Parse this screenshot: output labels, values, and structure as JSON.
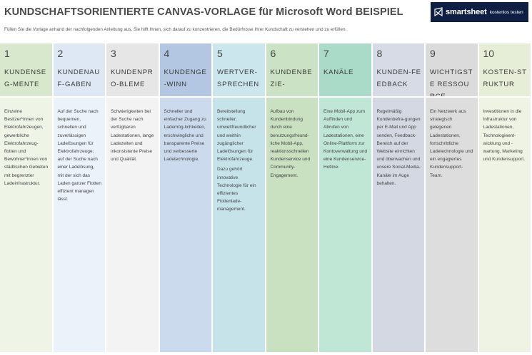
{
  "header": {
    "title": "KUNDSCHAFTSORIENTIERTE CANVAS-VORLAGE für Microsoft Word BEISPIEL",
    "subtitle": "Füllen Sie die Vorlage anhand der nachfolgenden Anleitung aus. Sie hilft Ihnen, sich darauf zu konzentrieren, die Bedürfnisse Ihrer Kundschaft zu verstehen und zu erfüllen."
  },
  "brand": {
    "logo_text": "smartsheet",
    "cta": "kostenlos testen",
    "color": "#0f1f44"
  },
  "columns": [
    {
      "number": "1",
      "label": "KUNDENSEG-MENTE",
      "text": "Einzelne Besitzer*innen von Elektrofahrzeugen, gewerbliche Elektrofahrzeug-flotten und Bewohner*innen von städtischen Gebieten mit begrenzter Ladeinfrastruktur.",
      "text2": "",
      "head_color": "#d7e8cd",
      "body_color": "#eef5e7"
    },
    {
      "number": "2",
      "label": "KUNDENAUF-GABEN",
      "text": "Auf der Suche nach bequemen, schnellen und zuverlässigen Ladelösungen für Elektrofahrzeuge; auf der Suche nach einer Ladelösung, mit der sich das Laden ganzer Flotten effizient managen lässt.",
      "text2": "",
      "head_color": "#dde8f4",
      "body_color": "#ecf2f9"
    },
    {
      "number": "3",
      "label": "KUNDENPRO-BLEME",
      "text": "Schwierigkeiten bei der Suche nach verfügbaren Ladestationen, lange Ladezeiten und inkonsistente Preise und Qualität.",
      "text2": "",
      "head_color": "#e6e6e6",
      "body_color": "#f3f3f3"
    },
    {
      "number": "4",
      "label": "KUNDENGE-WINN",
      "text": "Schneller und einfacher Zugang zu Lademög-lichkeiten, erschwingliche und transparente Preise und verbesserte Ladetechnologie.",
      "text2": "",
      "head_color": "#b3c7e2",
      "body_color": "#ccdaed"
    },
    {
      "number": "5",
      "label": "WERTVER-SPRECHEN",
      "text": "Bereitstellung schneller, umweltfreundlicher und weithin zugänglicher Ladelösungen für Elektrofahrzeuge.",
      "text2": "Dazu gehört innovative Technologie für ein effizientes Flottenlade-management.",
      "head_color": "#cce6ed",
      "body_color": "#c6e3ea"
    },
    {
      "number": "6",
      "label": "KUNDENBEZIE-",
      "text": "Aufbau von Kundenbindung durch eine benutzungsfreund-liche Mobil-App, reaktionsschnellen Kundenservice und Community-Engagement.",
      "text2": "",
      "head_color": "#cbe3c4",
      "body_color": "#c9e1c1"
    },
    {
      "number": "7",
      "label": "KANÄLE",
      "text": "Eine Mobil-App zum Auffinden und Abrufen von Ladestationen, eine Online-Plattform zur Kontoverwaltung und eine Kundenservice-Hotline.",
      "text2": "",
      "head_color": "#a9dbc8",
      "body_color": "#c0e6d6"
    },
    {
      "number": "8",
      "label": "KUNDEN-FEEDBACK",
      "text": "Regelmäßig Kundenbefra-gungen per E-Mail und App senden, Feedback-Bereich auf der Website einrichten und überwachen und unsere Social-Media-Kanäle im Auge behalten.",
      "text2": "",
      "head_color": "#d7dbe6",
      "body_color": "#d4d8e3"
    },
    {
      "number": "9",
      "label": "WICHTIGSTE RESSOURCE",
      "text": "Ein Netzwerk aus strategisch gelegenen Ladestationen, fortschrittliche Ladetechnologie und ein engagiertes Kundensupport-Team.",
      "text2": "",
      "head_color": "#dbdbdb",
      "body_color": "#dddddd"
    },
    {
      "number": "10",
      "label": "KOSTEN-STRUKTUR",
      "text": "Investitionen in die Infrastruktur von Ladestationen, Technologieent-wicklung und -wartung, Marketing und Kundensupport.",
      "text2": "",
      "head_color": "#e6eed8",
      "body_color": "#eef3e3"
    }
  ]
}
